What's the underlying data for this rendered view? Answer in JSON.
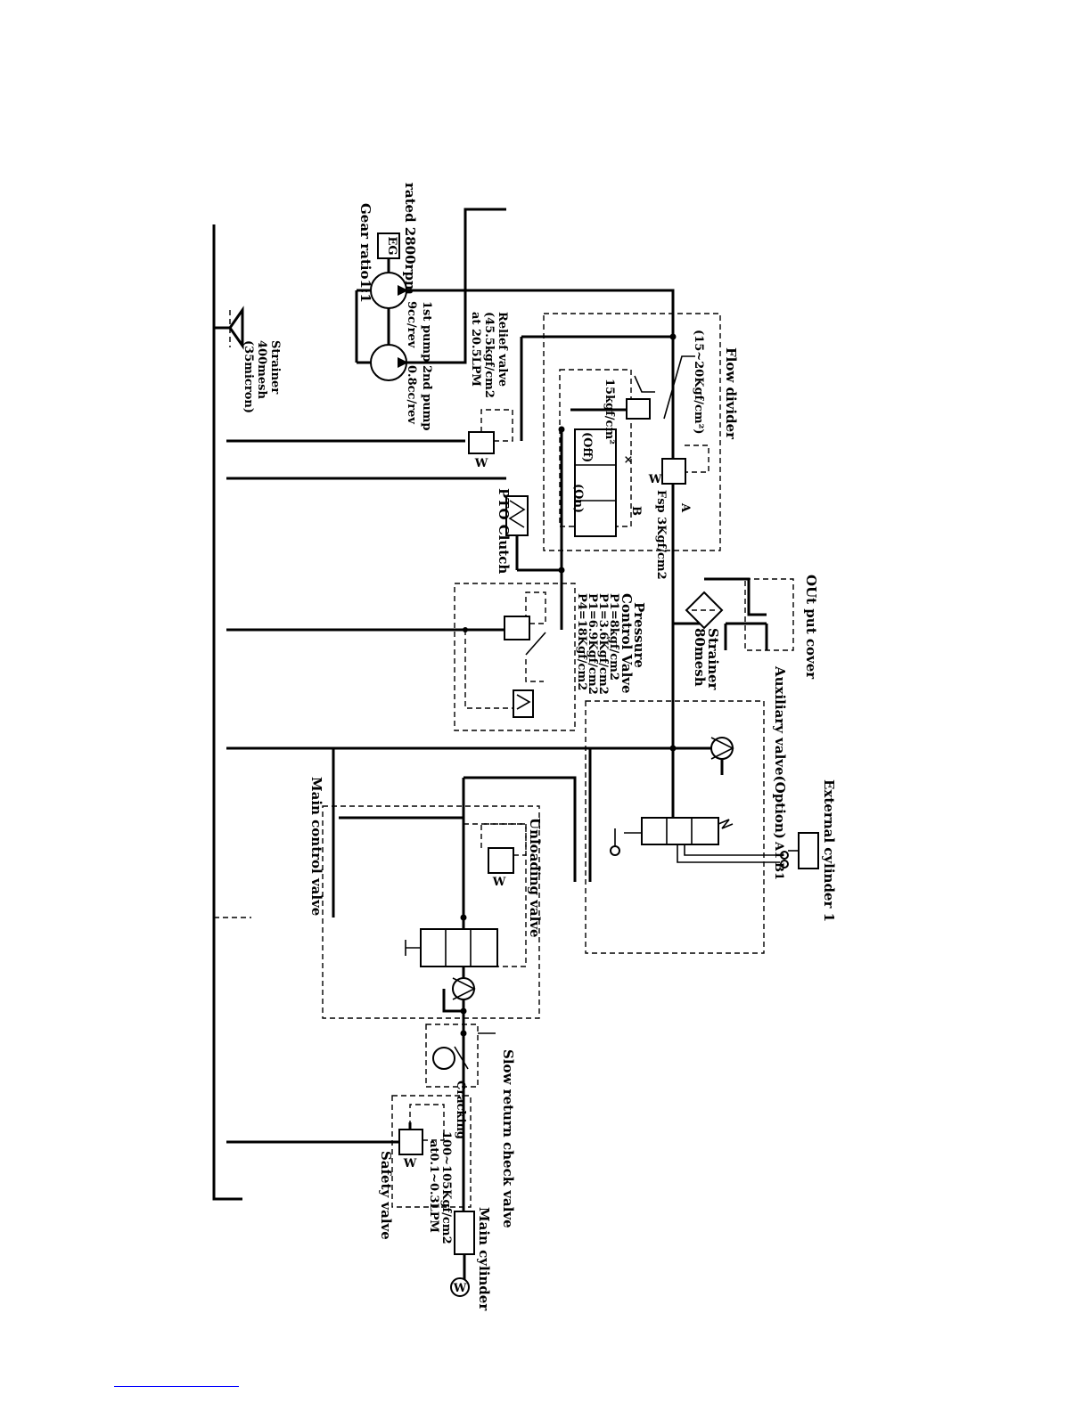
{
  "labels": {
    "rated": "rated 2800rpm",
    "gear_ratio": "Gear ratio1:1",
    "eg": "EG",
    "pump1_a": "1st pump",
    "pump1_b": "9cc/rev",
    "pump2_a": "2nd pump",
    "pump2_b": "0.8cc/rev",
    "relief_a": "Relief valve",
    "relief_b": "(45.5kgf/cm2",
    "relief_c": "at 20.5LPM",
    "strainer1_a": "Strainer",
    "strainer1_b": "400mesh",
    "strainer1_c": "(35micron)",
    "flow_divider": "Flow divider",
    "fd_pressure": "(15~20Kgf/cm²)",
    "fd_15": "15kgf/cm²",
    "fd_off": "(Off)",
    "fd_on": "(On)",
    "fd_a": "A",
    "fd_b": "B",
    "fd_fsp": "Fsp 3Kgf/cm2",
    "pto": "PTO Clutch",
    "pcv_a": "Pressure",
    "pcv_b": "Control Valve",
    "pcv_p1": "P1=8kgf/cm2",
    "pcv_p2": "P1=3.6Kgf/cm2",
    "pcv_p3": "P1=6.9Kgf/cm2",
    "pcv_p4": "P4=18Kgf/cm2",
    "output_cover": "OUt put cover",
    "strainer2_a": "Strainer",
    "strainer2_b": "80mesh",
    "auxiliary": "Auxiliary valve(Option)",
    "aux_a1": "A1",
    "aux_b1": "B1",
    "external": "External cylinder 1",
    "main_control": "Main control valve",
    "unloading": "Unloading valve",
    "slow_return": "Slow return check valve",
    "cracking": "Cracking",
    "cracking_val": "100~105Kgf/cm2",
    "cracking_flow": "at0.1~0.3LPM",
    "safety": "Safety valve",
    "main_cyl": "Main cylinder",
    "w": "W"
  }
}
